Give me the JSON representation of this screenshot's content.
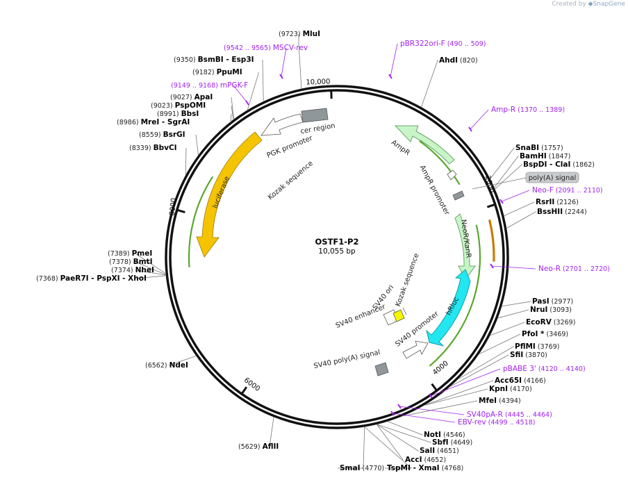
{
  "credit": {
    "prefix": "Created by",
    "brand": "SnapGene"
  },
  "plasmid": {
    "name": "OSTF1-P2",
    "length_label": "10,055 bp",
    "length": 10055
  },
  "ticks": [
    {
      "bp": 10000,
      "label": "10,000"
    },
    {
      "bp": 2000,
      "label": "2000"
    },
    {
      "bp": 4000,
      "label": "4000"
    },
    {
      "bp": 6000,
      "label": "6000"
    },
    {
      "bp": 8000,
      "label": "8000"
    }
  ],
  "sites": [
    {
      "name": "MluI",
      "pos": "(9723)",
      "bp": 9723
    },
    {
      "name": "BsmBI",
      "name2": "Esp3I",
      "pos": "(9350)",
      "bp": 9350
    },
    {
      "name": "PpuMI",
      "pos": "(9182)",
      "bp": 9182
    },
    {
      "name": "ApaI",
      "pos": "(9027)",
      "bp": 9027
    },
    {
      "name": "PspOMI",
      "pos": "(9023)",
      "bp": 9023
    },
    {
      "name": "BbsI",
      "pos": "(8991)",
      "bp": 8991
    },
    {
      "name": "MreI",
      "name2": "SgrAI",
      "pos": "(8986)",
      "bp": 8986
    },
    {
      "name": "BsrGI",
      "pos": "(8559)",
      "bp": 8559
    },
    {
      "name": "BbvCI",
      "pos": "(8339)",
      "bp": 8339
    },
    {
      "name": "PmeI",
      "pos": "(7389)",
      "bp": 7389
    },
    {
      "name": "BmtI",
      "pos": "(7378)",
      "bp": 7378
    },
    {
      "name": "NheI",
      "pos": "(7374)",
      "bp": 7374
    },
    {
      "name": "PaeR7I",
      "name2": "PspXI",
      "name3": "XhoI",
      "pos": "(7368)",
      "bp": 7368
    },
    {
      "name": "NdeI",
      "pos": "(6562)",
      "bp": 6562
    },
    {
      "name": "AflII",
      "pos": "(5629)",
      "bp": 5629
    },
    {
      "name": "SmaI",
      "pos": "(4770)",
      "bp": 4770
    },
    {
      "name": "TspMI",
      "name2": "XmaI",
      "pos": "(4768)",
      "bp": 4768
    },
    {
      "name": "AccI",
      "pos": "(4652)",
      "bp": 4652
    },
    {
      "name": "SalI",
      "pos": "(4651)",
      "bp": 4651
    },
    {
      "name": "SbfI",
      "pos": "(4649)",
      "bp": 4649
    },
    {
      "name": "NotI",
      "pos": "(4546)",
      "bp": 4546
    },
    {
      "name": "MfeI",
      "pos": "(4394)",
      "bp": 4394
    },
    {
      "name": "KpnI",
      "pos": "(4170)",
      "bp": 4170
    },
    {
      "name": "Acc65I",
      "pos": "(4166)",
      "bp": 4166
    },
    {
      "name": "SfiI",
      "pos": "(3870)",
      "bp": 3870
    },
    {
      "name": "PflMI",
      "pos": "(3769)",
      "bp": 3769
    },
    {
      "name": "PfoI *",
      "pos": "(3469)",
      "bp": 3469
    },
    {
      "name": "EcoRV",
      "pos": "(3269)",
      "bp": 3269
    },
    {
      "name": "NruI",
      "pos": "(3093)",
      "bp": 3093
    },
    {
      "name": "PasI",
      "pos": "(2977)",
      "bp": 2977
    },
    {
      "name": "BssHII",
      "pos": "(2244)",
      "bp": 2244
    },
    {
      "name": "RsrII",
      "pos": "(2126)",
      "bp": 2126
    },
    {
      "name": "BspDI",
      "name2": "ClaI",
      "pos": "(1862)",
      "bp": 1862
    },
    {
      "name": "BamHI",
      "pos": "(1847)",
      "bp": 1847
    },
    {
      "name": "SnaBI",
      "pos": "(1757)",
      "bp": 1757
    },
    {
      "name": "AhdI",
      "pos": "(820)",
      "bp": 820
    }
  ],
  "primers": [
    {
      "name": "pBR322ori-F",
      "range": "(490 .. 509)",
      "bp": 500
    },
    {
      "name": "Amp-R",
      "range": "(1370 .. 1389)",
      "bp": 1380
    },
    {
      "name": "Neo-F",
      "range": "(2091 .. 2110)",
      "bp": 2100
    },
    {
      "name": "Neo-R",
      "range": "(2701 .. 2720)",
      "bp": 2710
    },
    {
      "name": "pBABE 3'",
      "range": "(4120 .. 4140)",
      "bp": 4130
    },
    {
      "name": "SV40pA-R",
      "range": "(4445 .. 4464)",
      "bp": 4455
    },
    {
      "name": "EBV-rev",
      "range": "(4499 .. 4518)",
      "bp": 4508
    },
    {
      "name": "MSCV-rev",
      "range": "(9542 .. 9565)",
      "bp": 9553
    },
    {
      "name": "mPGK-F",
      "range": "(9149 .. 9168)",
      "bp": 9158
    }
  ],
  "features": [
    {
      "name": "luciferase",
      "type": "gene"
    },
    {
      "name": "AmpR",
      "type": "gene"
    },
    {
      "name": "AmpR promoter",
      "type": "promoter"
    },
    {
      "name": "NeoR/KanR",
      "type": "gene"
    },
    {
      "name": "hRluc",
      "type": "gene"
    },
    {
      "name": "SV40 promoter",
      "type": "promoter"
    },
    {
      "name": "SV40 poly(A) signal",
      "type": "terminator"
    },
    {
      "name": "SV40 enhancer",
      "type": "enhancer"
    },
    {
      "name": "SV40 ori",
      "type": "origin"
    },
    {
      "name": "Kozak sequence",
      "type": "misc"
    },
    {
      "name": "PGK promoter",
      "type": "promoter"
    },
    {
      "name": "cer region",
      "type": "misc"
    },
    {
      "name": "poly(A) signal",
      "type": "terminator"
    }
  ],
  "colors": {
    "luciferase": "#f5c400",
    "ampr": "#c7f5c7",
    "neo": "#c7f5c7",
    "hrluc": "#22e6f0",
    "polyA": "#d9c08a",
    "primer": "#a020f0",
    "green_arc": "#59a72d",
    "orange_arc": "#c87a00",
    "yellow_box": "#f5f500",
    "gray_box": "#8f979b"
  }
}
